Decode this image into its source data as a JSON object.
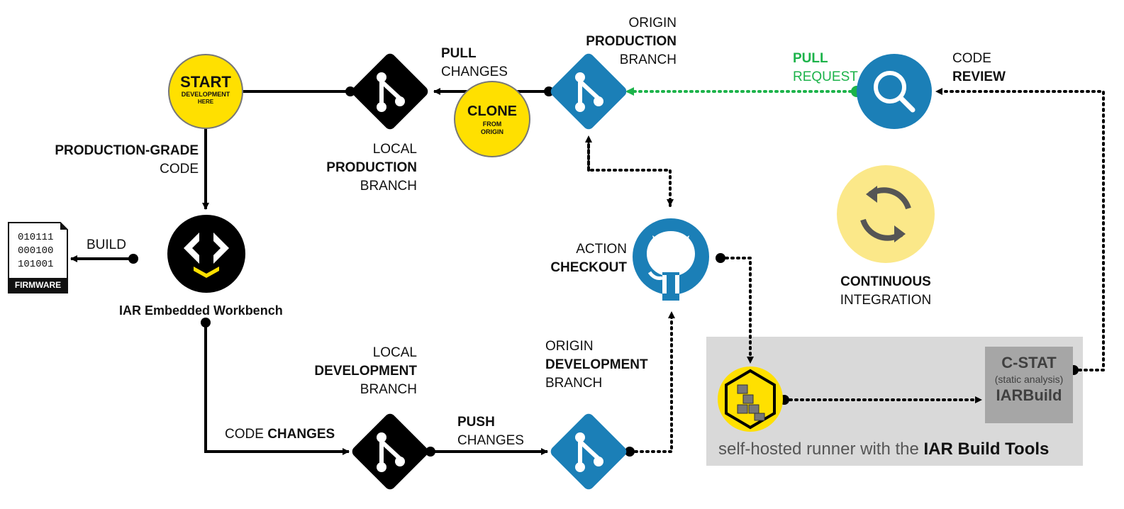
{
  "labels": {
    "start_title": "START",
    "start_sub1": "DEVELOPMENT",
    "start_sub2": "HERE",
    "clone_title": "CLONE",
    "clone_sub1": "FROM",
    "clone_sub2": "ORIGIN",
    "pull_changes_1": "PULL",
    "pull_changes_2": "CHANGES",
    "origin_prod_1": "ORIGIN",
    "origin_prod_2": "PRODUCTION",
    "origin_prod_3": "BRANCH",
    "pull_request_1": "PULL",
    "pull_request_2": "REQUEST",
    "code_review_1": "CODE",
    "code_review_2": "REVIEW",
    "local_prod_1": "LOCAL",
    "local_prod_2": "PRODUCTION",
    "local_prod_3": "BRANCH",
    "prod_code_1": "PRODUCTION-GRADE",
    "prod_code_2": "CODE",
    "build": "BUILD",
    "iar_name": "IAR Embedded Workbench",
    "action_checkout_1": "ACTION",
    "action_checkout_2": "CHECKOUT",
    "ci_1": "CONTINUOUS",
    "ci_2": "INTEGRATION",
    "local_dev_1": "LOCAL",
    "local_dev_2": "DEVELOPMENT",
    "local_dev_3": "BRANCH",
    "origin_dev_1": "ORIGIN",
    "origin_dev_2": "DEVELOPMENT",
    "origin_dev_3": "BRANCH",
    "code_changes_1": "CODE",
    "code_changes_2": "CHANGES",
    "push_changes_1": "PUSH",
    "push_changes_2": "CHANGES",
    "cstat_1": "C-STAT",
    "cstat_2": "(static analysis)",
    "cstat_3": "IARBuild",
    "runner_1": "self-hosted runner with the",
    "runner_2": "IAR Build Tools"
  },
  "firmware": {
    "lines": [
      "010111",
      "000100",
      "101001"
    ],
    "band": "FIRMWARE"
  },
  "colors": {
    "yellow": "#ffe000",
    "pale_yellow": "#fbe889",
    "blue": "#1b7fb7",
    "black": "#000000",
    "green": "#1cb34a",
    "gray_box": "#d9d9d9",
    "cstat_box": "#a6a6a6"
  },
  "icons": [
    "git-branch-icon",
    "github-octocat-icon",
    "search-icon",
    "refresh-cycle-icon",
    "iar-workbench-icon",
    "cubes-icon",
    "firmware-file-icon"
  ]
}
